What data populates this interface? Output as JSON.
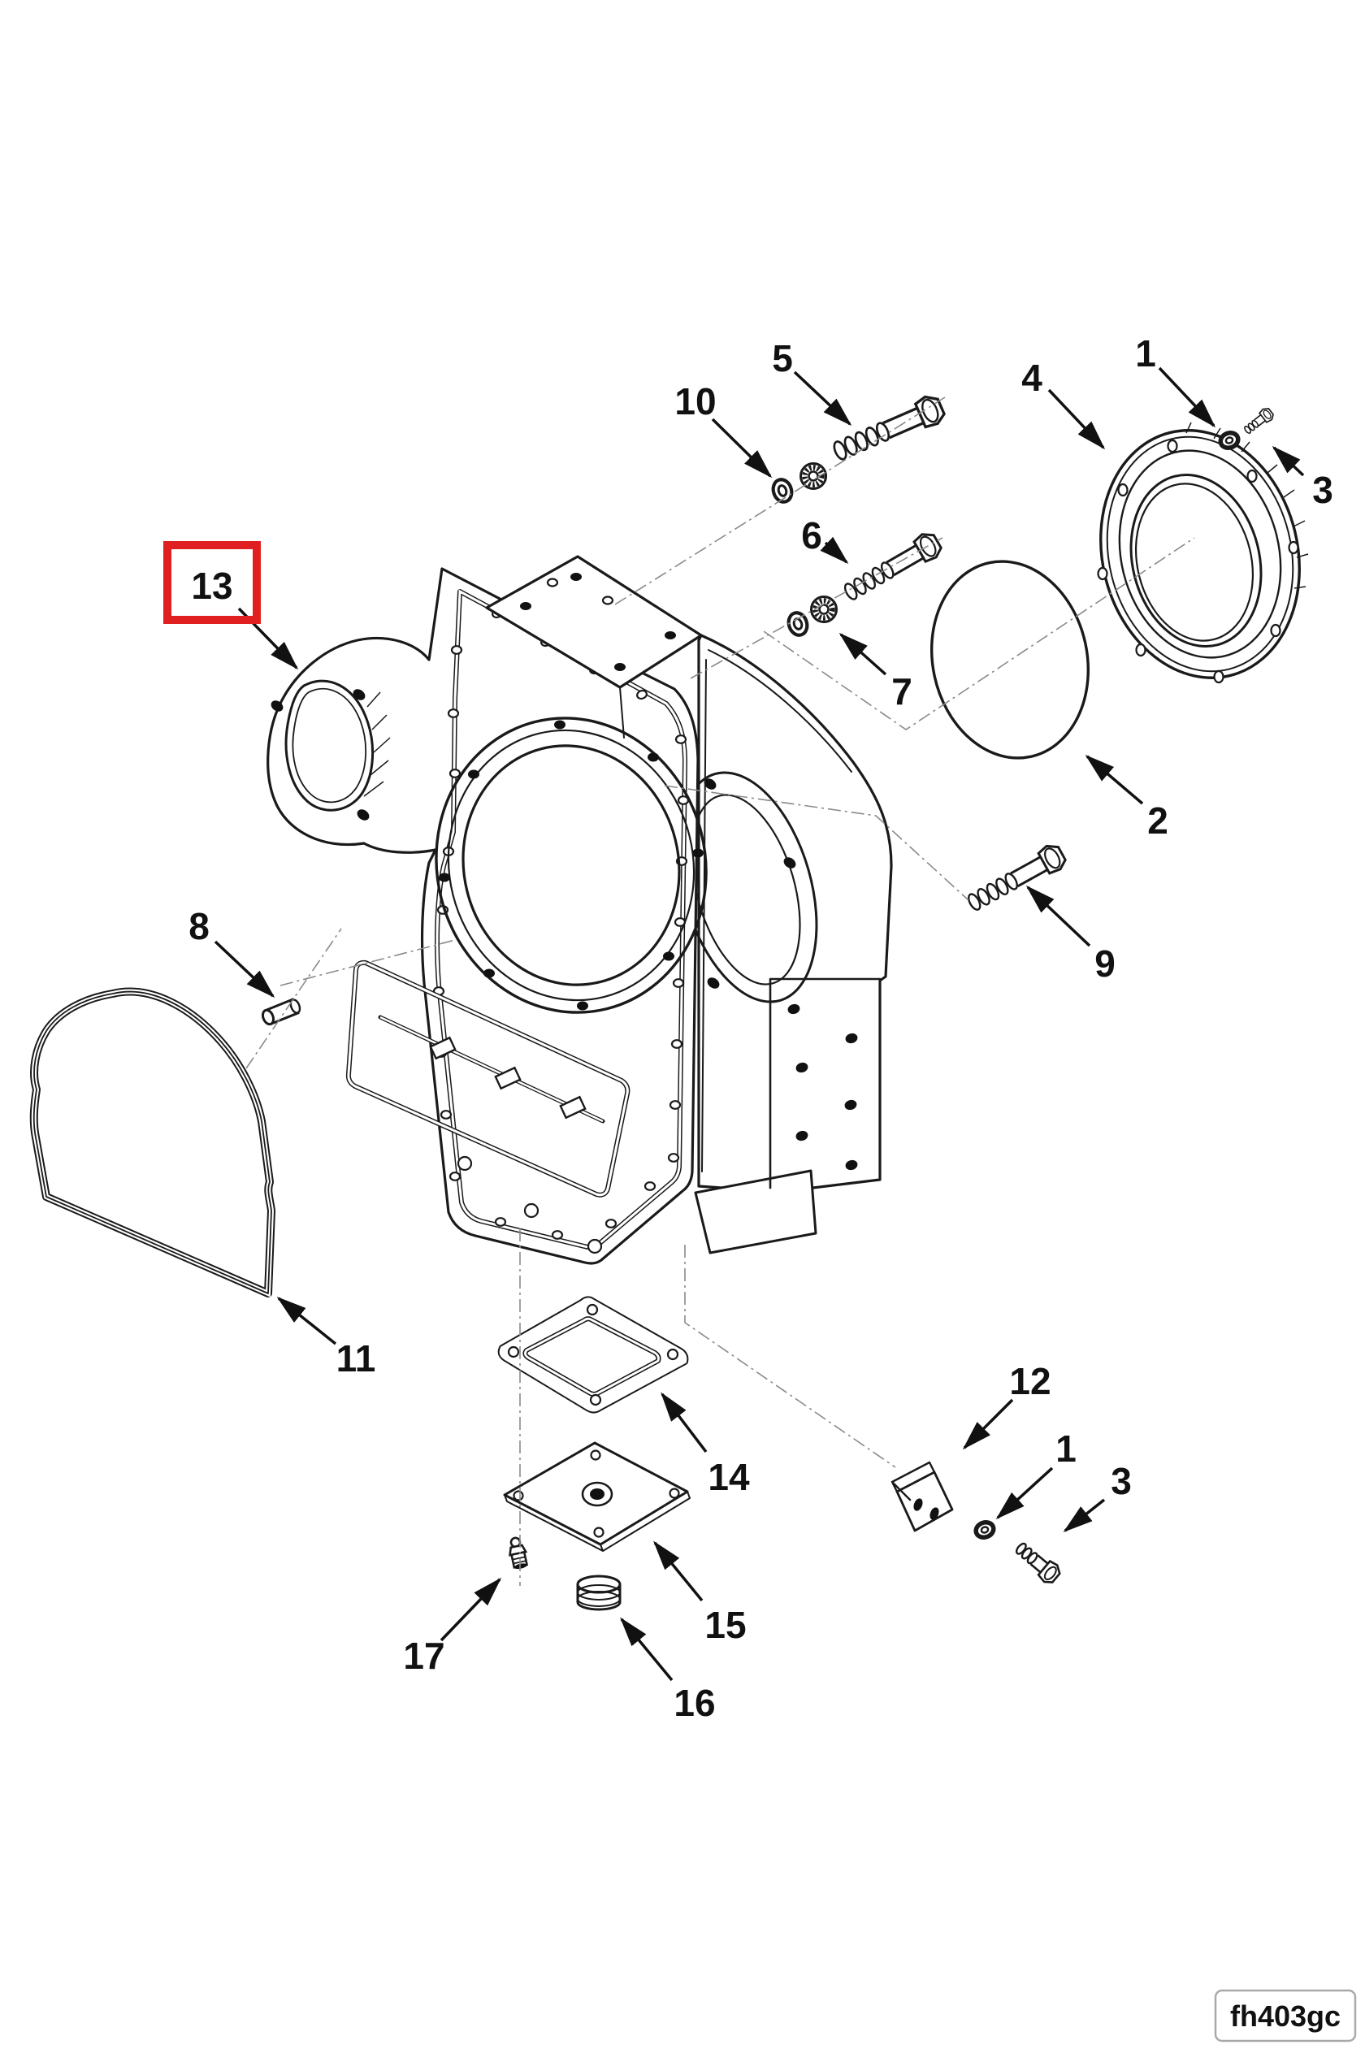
{
  "diagram": {
    "figure_code": "fh403gc",
    "highlighted_callout": "13",
    "colors": {
      "highlight": "#e02020",
      "line": "#1a1a1a",
      "background": "#ffffff"
    },
    "callouts": [
      {
        "label": "5"
      },
      {
        "label": "10"
      },
      {
        "label": "6"
      },
      {
        "label": "7"
      },
      {
        "label": "4"
      },
      {
        "label": "1"
      },
      {
        "label": "3"
      },
      {
        "label": "2"
      },
      {
        "label": "9"
      },
      {
        "label": "13",
        "highlighted": true
      },
      {
        "label": "8"
      },
      {
        "label": "11"
      },
      {
        "label": "14"
      },
      {
        "label": "15"
      },
      {
        "label": "16"
      },
      {
        "label": "17"
      },
      {
        "label": "12"
      },
      {
        "label": "1"
      },
      {
        "label": "3"
      }
    ]
  }
}
